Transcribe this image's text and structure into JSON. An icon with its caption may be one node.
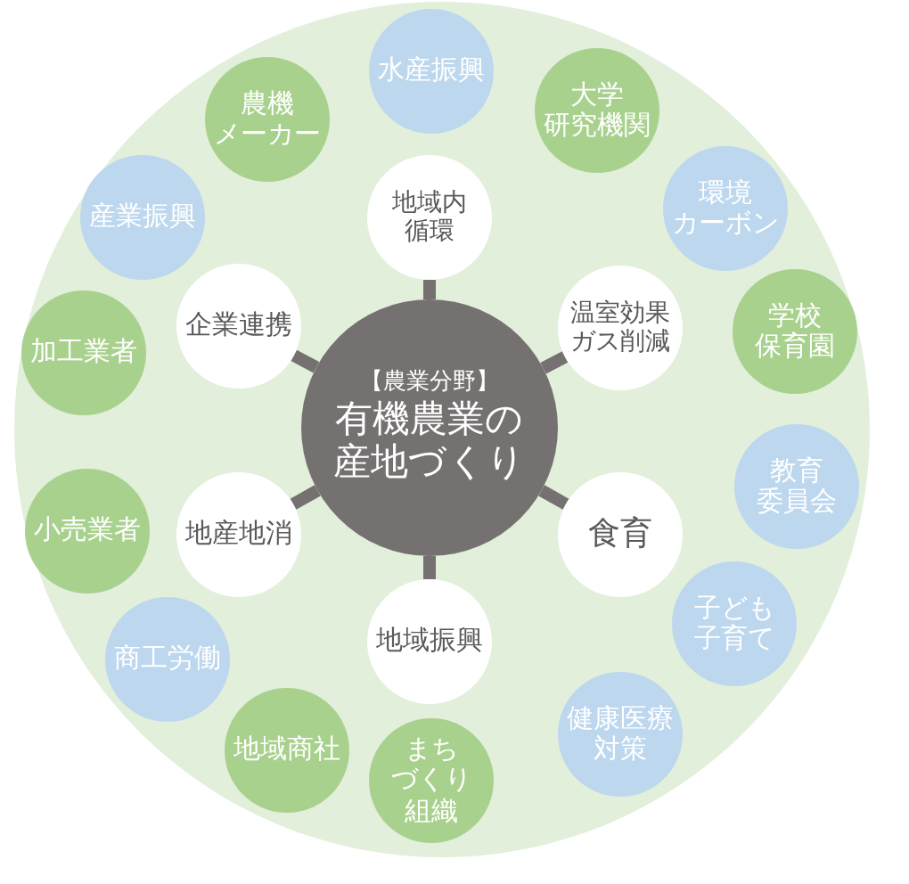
{
  "diagram": {
    "nodes": [
      {
        "text": [],
        "shape": "circle"
      },
      {
        "text": [
          "【農業分野】",
          "有機農業の産地づくり"
        ],
        "in": 0
      },
      {
        "text": [
          "地域内循環"
        ],
        "in": 0
      },
      {
        "text": [
          "温室効果ガス削減"
        ],
        "in": 0
      },
      {
        "text": [
          "食育"
        ],
        "in": 0
      },
      {
        "text": [
          "地域振興"
        ],
        "in": 0
      },
      {
        "text": [
          "地産地消"
        ],
        "in": 0
      },
      {
        "text": [
          "企業連携"
        ],
        "in": 0
      },
      {
        "text": [
          "水産振興"
        ],
        "in": 0
      },
      {
        "text": [
          "大学研究機関"
        ],
        "in": 0
      },
      {
        "text": [
          "環境カーボン"
        ],
        "in": 0
      },
      {
        "text": [
          "学校保育園"
        ],
        "in": 0
      },
      {
        "text": [
          "教育委員会"
        ],
        "in": 0
      },
      {
        "text": [
          "子ども子育て"
        ],
        "in": 0
      },
      {
        "text": [
          "健康医療対策"
        ],
        "in": 0
      },
      {
        "text": [
          "まちづくり組織"
        ],
        "in": 0
      },
      {
        "text": [
          "地域商社"
        ],
        "in": 0
      },
      {
        "text": [
          "商工労働"
        ],
        "in": 0
      },
      {
        "text": [
          "小売業者"
        ],
        "in": 0
      },
      {
        "text": [
          "加工業者"
        ],
        "in": 0
      },
      {
        "text": [
          "産業振興"
        ],
        "in": 0
      },
      {
        "text": [
          "農機メーカー"
        ],
        "in": 0
      }
    ],
    "edges": [
      {
        "from": 1,
        "to": 2,
        "arrow": "none"
      },
      {
        "from": 1,
        "to": 3,
        "arrow": "none"
      },
      {
        "from": 1,
        "to": 4,
        "arrow": "none"
      },
      {
        "from": 1,
        "to": 5,
        "arrow": "none"
      },
      {
        "from": 1,
        "to": 6,
        "arrow": "none"
      },
      {
        "from": 1,
        "to": 7,
        "arrow": "none"
      }
    ]
  }
}
